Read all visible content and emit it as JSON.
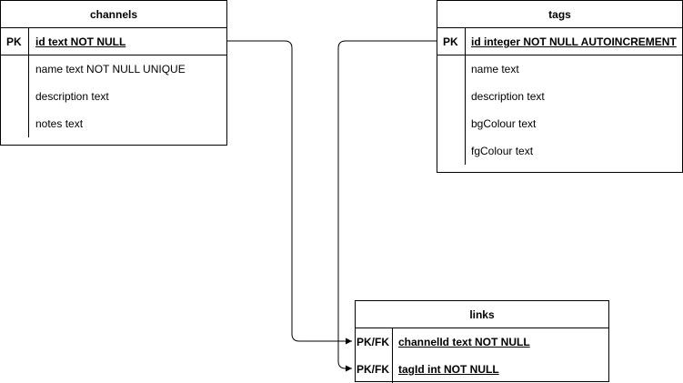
{
  "diagram_type": "entity-relationship",
  "entities": {
    "channels": {
      "title": "channels",
      "pk_key": "PK",
      "pk_field": "id text NOT NULL",
      "fields": [
        "name text NOT NULL UNIQUE",
        "description text",
        "notes text"
      ]
    },
    "tags": {
      "title": "tags",
      "pk_key": "PK",
      "pk_field": "id integer NOT NULL AUTOINCREMENT",
      "fields": [
        "name text",
        "description text",
        "bgColour text",
        "fgColour text"
      ]
    },
    "links": {
      "title": "links",
      "rows": [
        {
          "key": "PK/FK",
          "field": "channelId text NOT NULL"
        },
        {
          "key": "PK/FK",
          "field": "tagId int NOT NULL"
        }
      ]
    }
  },
  "relationships": [
    {
      "from": "channels.id",
      "to": "links.channelId"
    },
    {
      "from": "tags.id",
      "to": "links.tagId"
    }
  ],
  "colors": {
    "line": "#000000",
    "background": "#ffffff"
  }
}
